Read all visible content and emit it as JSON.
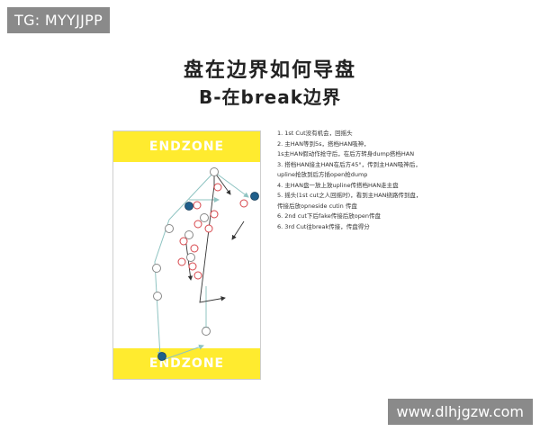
{
  "watermarks": {
    "top_left": "TG: MYYJJPP",
    "bottom_right": "www.dlhjgzw.com"
  },
  "title": {
    "line1": "盘在边界如何导盘",
    "line2": "B-在break边界"
  },
  "field": {
    "endzone_top": "ENDZONE",
    "endzone_bottom": "ENDZONE",
    "colors": {
      "endzone": "#ffeb2f",
      "offense_ring": "#888888",
      "defense_ring": "#d7474c",
      "disc_handler": "#1f5f8b",
      "cut_path": "#8fc4c2"
    }
  },
  "notes": [
    "1.  1st Cut没有机会，回摇头",
    "2.  主HAN等到5s，搭档HAN吸神，",
    "     1s主HAN假动作抢守后，在后方转身dump搭档HAN",
    "3.  搭档HAN接主HAN在后方45°，传到主HAN吸神后，",
    "     upline抢放到后方插open抢dump",
    "4.  主HAN盘一放上放upline传搭档HAN走主盘",
    "5.  摇头(1st cut之人回摇时)，看到主HAN绕路传到盘，",
    "     传接后放opneside cutin 传盘",
    "6.  2nd cut下后fake传接后放open传盘",
    "6.  3rd Cut往break传接，传盘得分"
  ]
}
